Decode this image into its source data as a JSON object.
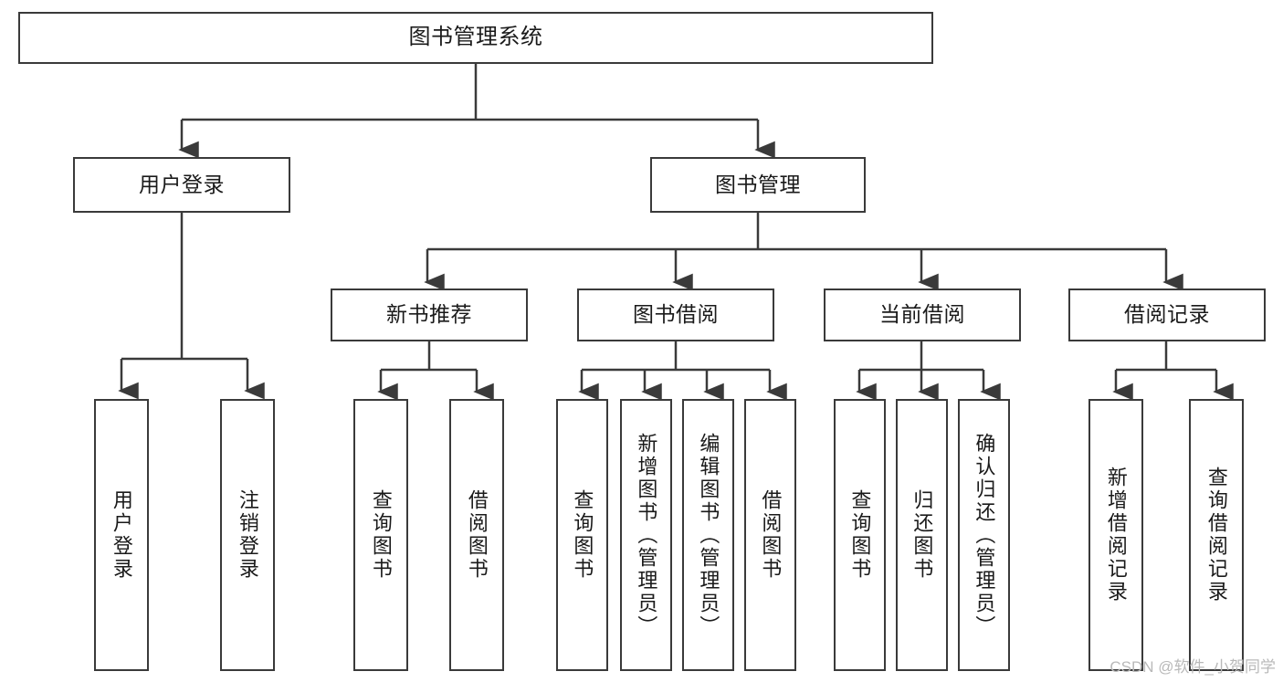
{
  "diagram": {
    "type": "tree",
    "title": "图书管理系统",
    "colors": {
      "box_border": "#3a3a3a",
      "box_fill": "#ffffff",
      "edge": "#3a3a3a",
      "text": "#1a1a1a",
      "watermark": "#b9b9b9",
      "background": "#ffffff"
    },
    "root": {
      "label": "图书管理系统"
    },
    "level2": [
      {
        "label": "用户登录"
      },
      {
        "label": "图书管理"
      }
    ],
    "level3": [
      {
        "label": "新书推荐"
      },
      {
        "label": "图书借阅"
      },
      {
        "label": "当前借阅"
      },
      {
        "label": "借阅记录"
      }
    ],
    "leaves": {
      "user_login": [
        {
          "label": "用户登录"
        },
        {
          "label": "注销登录"
        }
      ],
      "new_book_recommend": [
        {
          "label": "查询图书"
        },
        {
          "label": "借阅图书"
        }
      ],
      "book_borrow": [
        {
          "label": "查询图书"
        },
        {
          "label": "新增图书（管理员）"
        },
        {
          "label": "编辑图书（管理员）"
        },
        {
          "label": "借阅图书"
        }
      ],
      "current_borrow": [
        {
          "label": "查询图书"
        },
        {
          "label": "归还图书"
        },
        {
          "label": "确认归还（管理员）"
        }
      ],
      "borrow_record": [
        {
          "label": "新增借阅记录"
        },
        {
          "label": "查询借阅记录"
        }
      ]
    }
  },
  "watermark": {
    "text": "CSDN @软件_小贺同学"
  }
}
